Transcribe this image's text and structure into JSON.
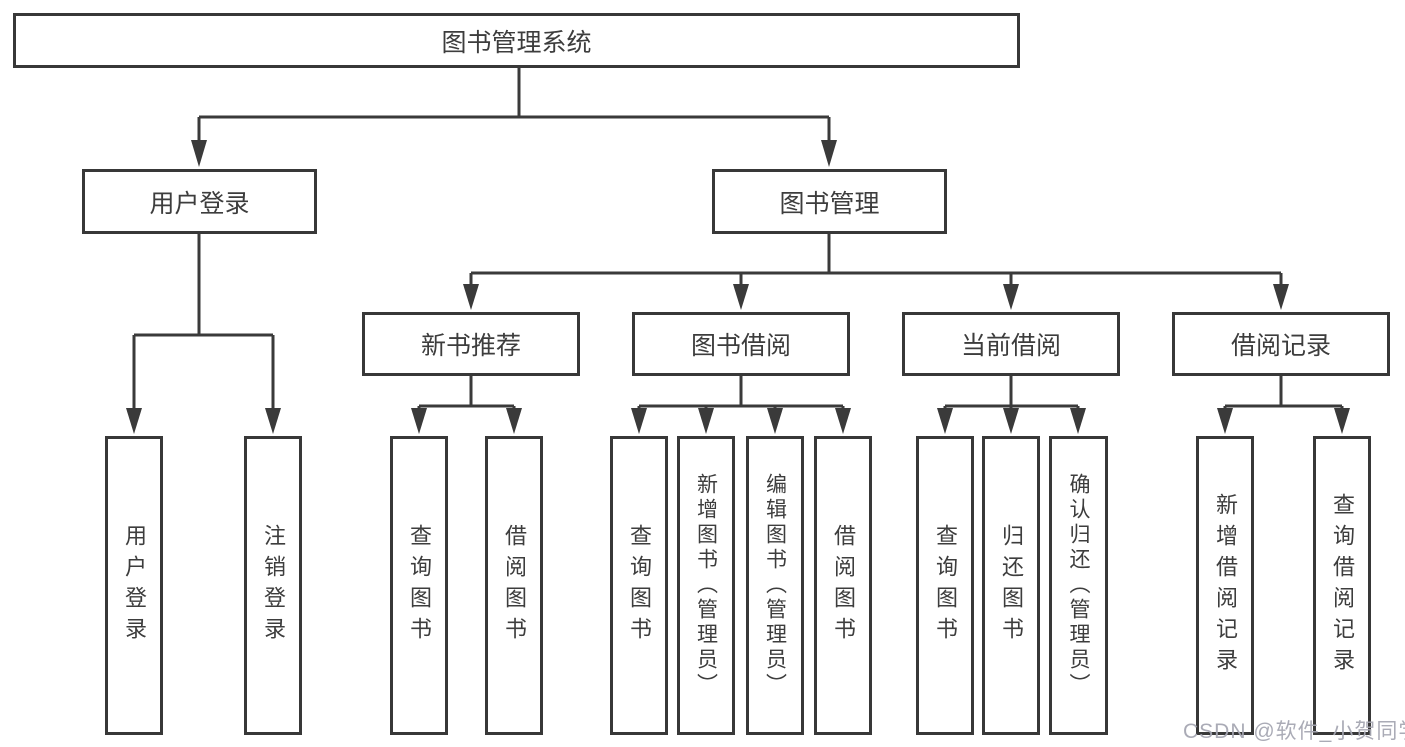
{
  "tree": {
    "label": "图书管理系统",
    "children": [
      {
        "label": "用户登录",
        "children": [
          {
            "label": "用户登录"
          },
          {
            "label": "注销登录"
          }
        ]
      },
      {
        "label": "图书管理",
        "children": [
          {
            "label": "新书推荐",
            "children": [
              {
                "label": "查询图书"
              },
              {
                "label": "借阅图书"
              }
            ]
          },
          {
            "label": "图书借阅",
            "children": [
              {
                "label": "查询图书"
              },
              {
                "label": "新增图书（管理员）"
              },
              {
                "label": "编辑图书（管理员）"
              },
              {
                "label": "借阅图书"
              }
            ]
          },
          {
            "label": "当前借阅",
            "children": [
              {
                "label": "查询图书"
              },
              {
                "label": "归还图书"
              },
              {
                "label": "确认归还（管理员）"
              }
            ]
          },
          {
            "label": "借阅记录",
            "children": [
              {
                "label": "新增借阅记录"
              },
              {
                "label": "查询借阅记录"
              }
            ]
          }
        ]
      }
    ]
  },
  "watermark": {
    "text": "CSDN @软件_小贺同学"
  },
  "colors": {
    "line": "#3a3a3a",
    "border": "#383838",
    "text": "#3d3d3d",
    "background": "#ffffff",
    "watermark": "#a5a6b2"
  }
}
